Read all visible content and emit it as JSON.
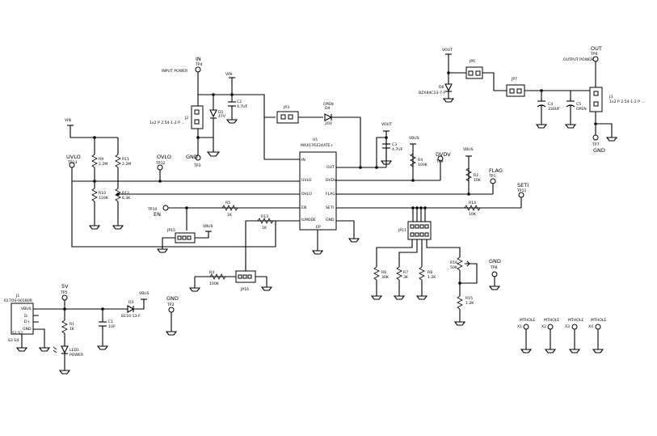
{
  "labels": {
    "in": "IN",
    "tp4": "TP4",
    "input_power": "INPUT POWER",
    "vin_top": "VIN",
    "c2": "C2",
    "c2v": "4.7UF",
    "j2": "J2",
    "j2_ref": "1x2 P 2.54-1-2 P ...",
    "d1": "D1",
    "d1v": "47V",
    "gnd_tp3": "GND",
    "tp3": "TP3",
    "jp3": "JP3",
    "d4": "D4",
    "d4v": "OPEN",
    "d4v2": "20V",
    "vin_left": "VIN",
    "uvlo": "UVLO",
    "tp13": "TP13",
    "ovlo": "OVLO",
    "tp12": "TP12",
    "r9": "R9",
    "r9v": "2.2M",
    "r11": "R11",
    "r11v": "2.2M",
    "r10": "R10",
    "r10v": "116K",
    "r12": "R12",
    "r12v": "6.3K",
    "u1": "U1",
    "u1_part": "MAX17612AATE+",
    "pin_in": "IN",
    "pin_uvlo": "UVLO",
    "pin_ovlo": "OVLO",
    "pin_en": "EN",
    "pin_ilmode": "ILMODE",
    "pin_out": "OUT",
    "pin_flag": "FLAG",
    "pin_dvdv": "DVDV",
    "pin_seti": "SETI",
    "pin_gnd": "GND",
    "pin_ep": "EP",
    "vout_c3": "VOUT",
    "c3": "C3",
    "c3v": "4.7UF",
    "vbus_r4": "VBUS",
    "r4": "R4",
    "r4v": "100K",
    "dvdv": "DVDV",
    "tp9": "TP9",
    "vbus_r2": "VBUS",
    "r2": "R2",
    "r2v": "10K",
    "flag": "FLAG",
    "tp1": "TP1",
    "seti": "SETI",
    "tp11": "TP11",
    "tp10": "TP10",
    "en": "EN",
    "r5": "R5",
    "r5v": "1K",
    "r13": "R13",
    "r13v": "1K",
    "jp15": "JP15",
    "vbus_jp15": "VBUS",
    "r14": "R14",
    "r14v": "10K",
    "jp11": "JP11",
    "r6": "R6",
    "r6v": "30K",
    "r7": "R7",
    "r7v": "3K",
    "r8": "R8",
    "r8v": "1.2K",
    "r15": "R15",
    "r15v": "1.2K",
    "r15b": "R15",
    "r15bv": "1.2K",
    "r9b": "R16",
    "r9bv": "50K",
    "gnd_tp8": "GND",
    "tp8": "TP8",
    "r4b": "R4",
    "r4bv": "100K",
    "jp16": "JP16",
    "vout_top": "VOUT",
    "jp6": "JP6",
    "d6": "D6",
    "d6v": "BZX84C13-7-F",
    "jp7": "JP7",
    "c4": "C4",
    "c4v": "330UF",
    "c5": "C5",
    "c5v": "OPEN",
    "out": "OUT",
    "tp6": "TP6",
    "output_power": "OUTPUT POWER",
    "j3": "J3",
    "j3_ref": "1x2 P 2.54-1-2 P ...",
    "gnd_tp7": "GND",
    "tp7": "TP7",
    "j1": "J1",
    "j1_ref": "617OS-001B0R",
    "j1p1": "VBUS",
    "j1p2": "D-",
    "j1p3": "D+",
    "j1p4": "GND",
    "j1g": "S1 S2",
    "j1g2": "S3 S4",
    "v5": "5V",
    "tp5": "TP5",
    "r1": "R1",
    "r1v": "1K",
    "led1": "LED1",
    "power": "POWER",
    "c1": "C1",
    "c1v": "1UF",
    "d3": "D3",
    "d3v": "B110-13-F",
    "vbus_d3": "VBUS",
    "gnd_tp2": "GND",
    "tp2": "TP2",
    "mh1": "MTHOLE",
    "mh2": "MTHOLE",
    "mh3": "MTHOLE",
    "mh4": "MTHOLE",
    "x1": "X1",
    "x2": "X2",
    "x3": "X3",
    "x4": "X4"
  },
  "colors": {
    "ink": "#000000",
    "paper": "#ffffff"
  }
}
